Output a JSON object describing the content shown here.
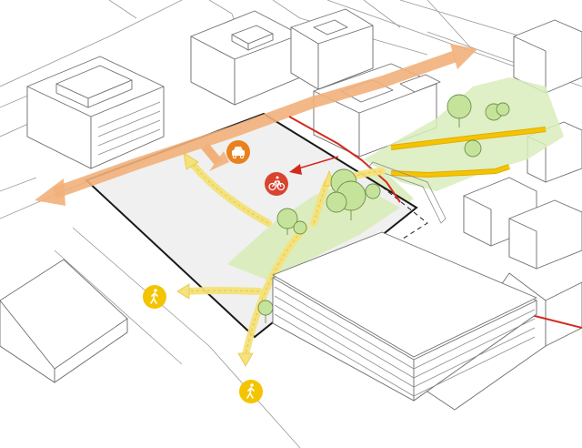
{
  "colors": {
    "flow_arrow": "#f2b07a",
    "site_outline": "#1a1a1a",
    "site_fill": "#f0f0f0",
    "green_area": "#d9ecbc",
    "tree": "#c6e39b",
    "tree_stroke": "#6e8f4a",
    "pedestrian_path": "#f5e27a",
    "footbridge": "#f5c400",
    "bike_route": "#d42a1e",
    "car_badge": "#e8821e",
    "bike_badge": "#d9442e",
    "pedestrian_badge": "#f5c400"
  },
  "icons": [
    {
      "id": "car",
      "name": "car-icon"
    },
    {
      "id": "bike",
      "name": "bicycle-icon"
    },
    {
      "id": "walk1",
      "name": "pedestrian-icon"
    },
    {
      "id": "walk2",
      "name": "pedestrian-icon"
    }
  ]
}
